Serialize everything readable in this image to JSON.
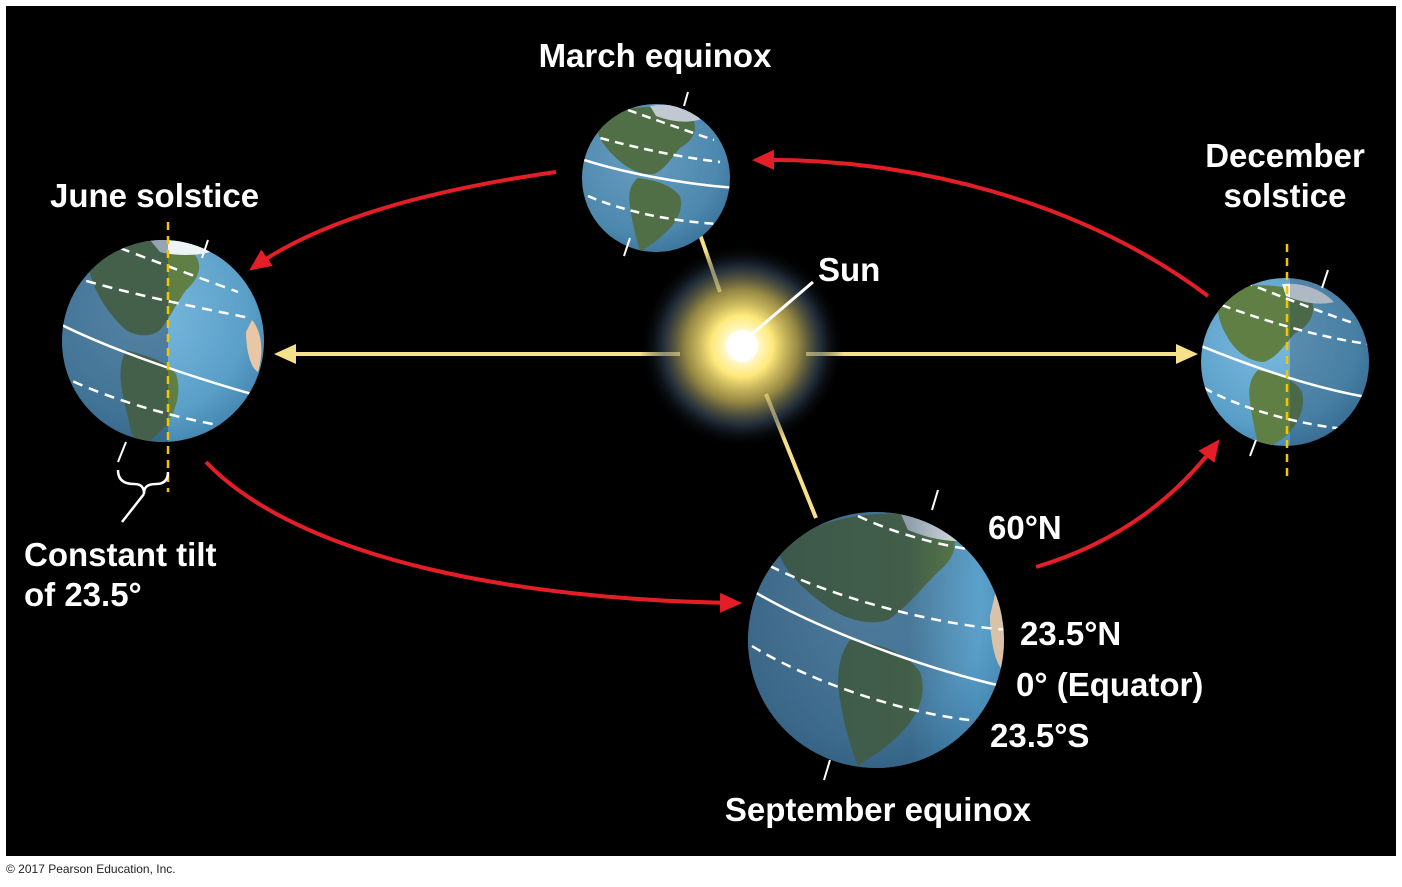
{
  "labels": {
    "march": "March equinox",
    "june": "June solstice",
    "december_line1": "December",
    "december_line2": "solstice",
    "sun": "Sun",
    "september": "September equinox",
    "tilt_line1": "Constant tilt",
    "tilt_line2": "of 23.5°",
    "lat_60n": "60°N",
    "lat_23n": "23.5°N",
    "lat_equator": "0° (Equator)",
    "lat_23s": "23.5°S"
  },
  "copyright": "© 2017 Pearson Education, Inc.",
  "colors": {
    "background": "#000000",
    "orbit_arrow": "#e41e26",
    "sun_ray": "#f7e08a",
    "tilt_axis": "#f5c400",
    "ocean": "#5fa3cc",
    "land": "#5f7f45",
    "night_side": "#24405a"
  }
}
